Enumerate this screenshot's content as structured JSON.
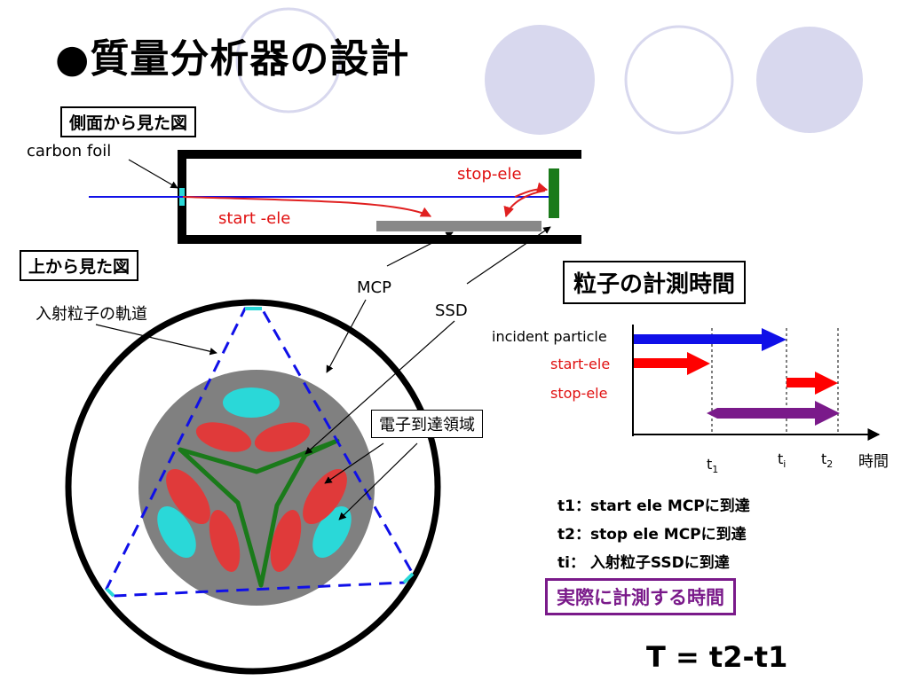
{
  "title": "●質量分析器の設計",
  "side_view_label": "側面から見た図",
  "top_view_label": "上から見た図",
  "labels": {
    "carbon_foil": "carbon foil",
    "stop_ele": "stop-ele",
    "start_ele": "start -ele",
    "mcp": "MCP",
    "ssd": "SSD",
    "trajectory": "入射粒子の軌道",
    "electron_region": "電子到達領域"
  },
  "timing": {
    "title": "粒子の計測時間",
    "rows": [
      "incident particle",
      "start-ele",
      "stop-ele"
    ],
    "ticks": {
      "t1": "t",
      "t1_sub": "1",
      "ti": "t",
      "ti_sub": "i",
      "t2": "t",
      "t2_sub": "2"
    },
    "axis_label": "時間"
  },
  "legend": [
    "t1：start ele MCPに到達",
    "t2：stop ele MCPに到達",
    "ti： 入射粒子SSDに到達"
  ],
  "measured_time_label": "実際に計測する時間",
  "formula": "T = t2-t1",
  "colors": {
    "blue": "#1010e8",
    "red": "#e02020",
    "purple": "#7a1a8a",
    "green": "#1a7a1a",
    "cyan": "#2ad8d8",
    "gray": "#808080",
    "lavender": "#d8d8ee"
  }
}
